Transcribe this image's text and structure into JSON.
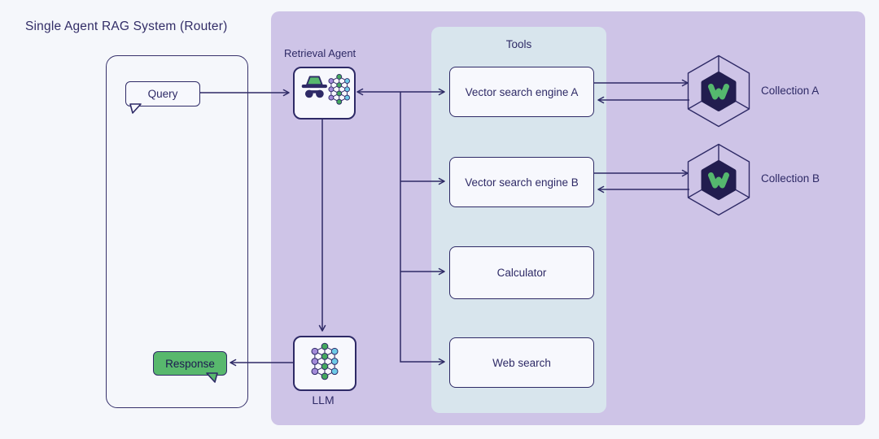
{
  "title": "Single Agent RAG System (Router)",
  "user_flow": {
    "query_label": "Query",
    "response_label": "Response"
  },
  "agent": {
    "label": "Retrieval Agent"
  },
  "llm": {
    "label": "LLM"
  },
  "tools": {
    "title": "Tools",
    "items": [
      {
        "label": "Vector search engine A"
      },
      {
        "label": "Vector search engine B"
      },
      {
        "label": "Calculator"
      },
      {
        "label": "Web search"
      }
    ]
  },
  "collections": [
    {
      "label": "Collection A"
    },
    {
      "label": "Collection B"
    }
  ],
  "icons": {
    "agent": [
      "detective-icon",
      "neural-network-icon"
    ],
    "llm": "neural-network-icon",
    "collections": "weaviate-hexagon-icon"
  },
  "colors": {
    "background": "#f5f7fb",
    "agent_panel": "#cec4e7",
    "tools_panel": "#d8e5ed",
    "node_fill": "#f7f8fd",
    "ink": "#2e2a66",
    "accent_green": "#58b86d",
    "node_purple": "#a38bd9",
    "node_green": "#44a85e",
    "node_cyan": "#6ecbe8",
    "hexagon_core": "#221d4f"
  }
}
